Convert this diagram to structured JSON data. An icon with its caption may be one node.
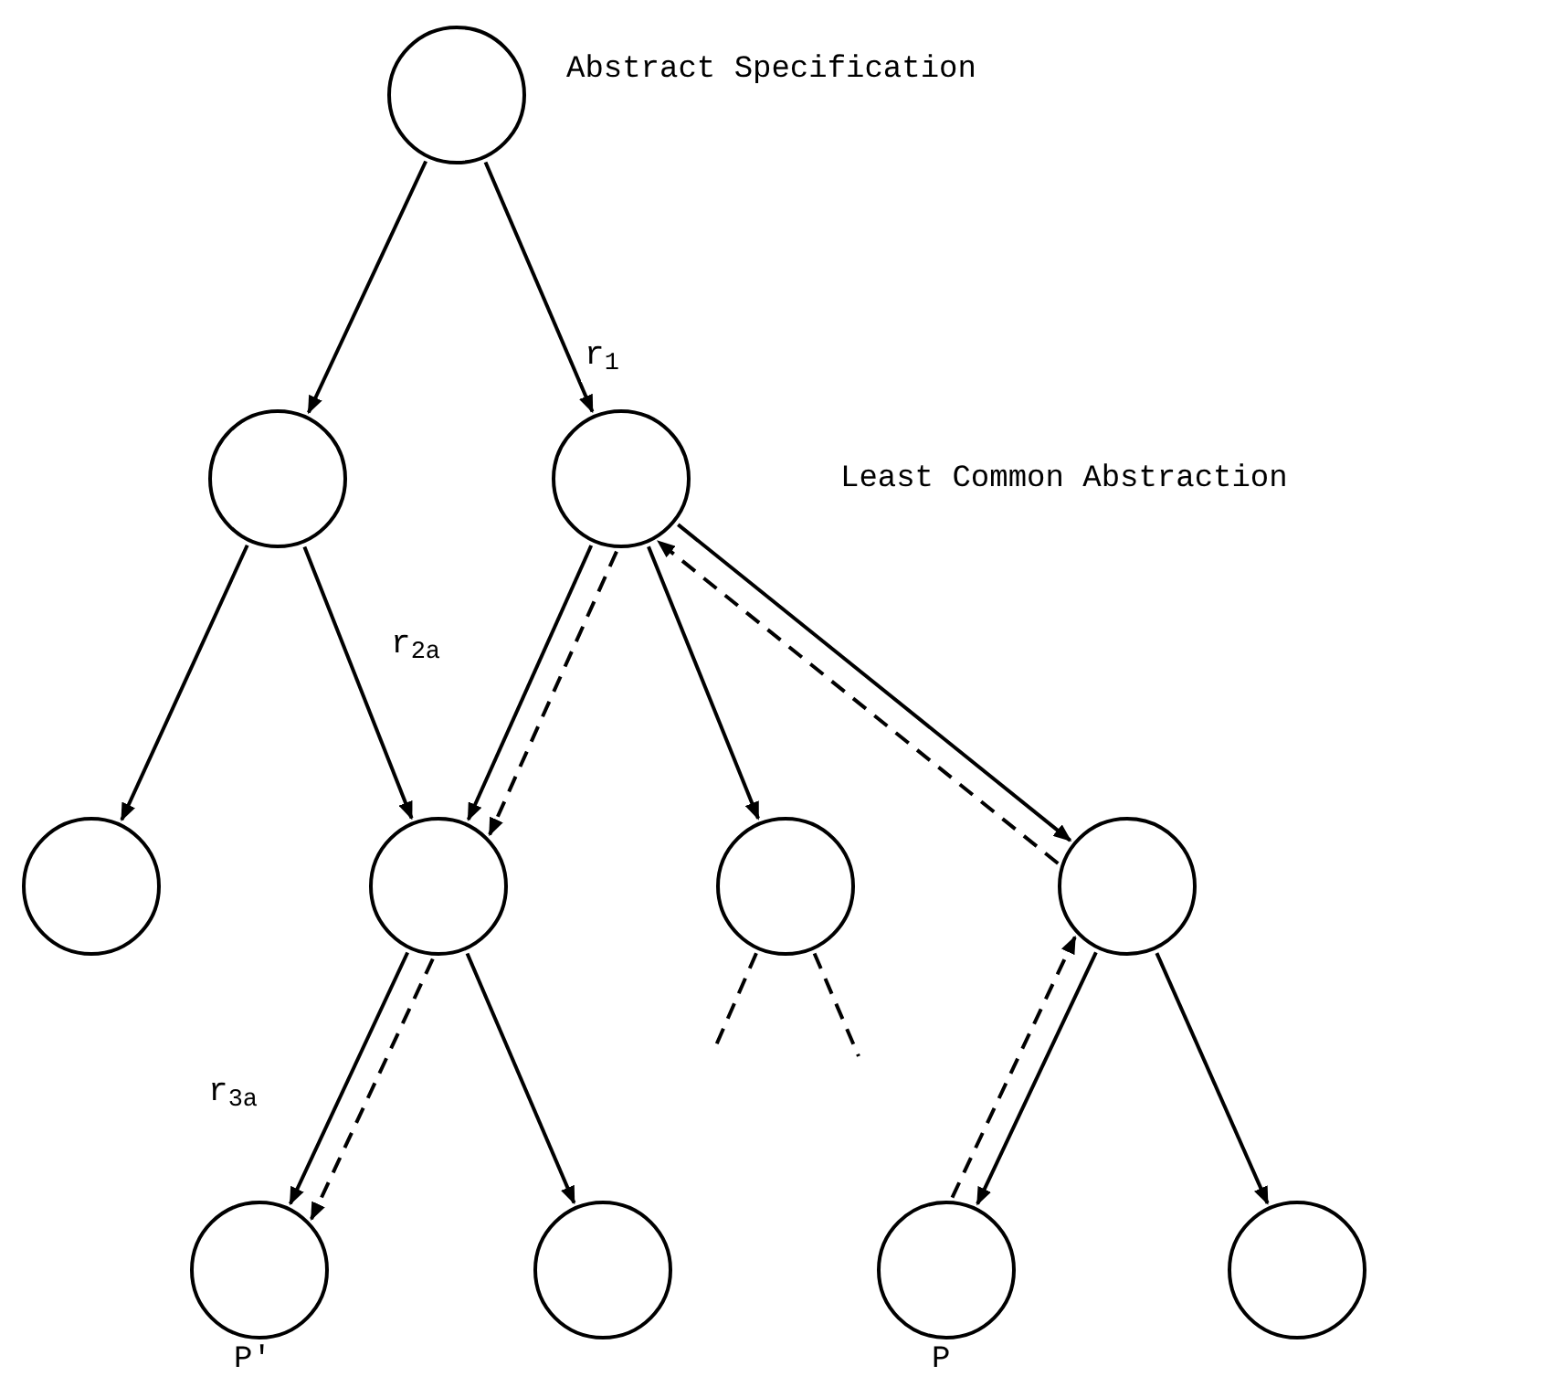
{
  "diagram": {
    "nodes": [
      {
        "text": [],
        "shape": "circle",
        "beside": [
          "Abstract Specification"
        ]
      },
      {
        "text": [],
        "shape": "circle"
      },
      {
        "text": [],
        "shape": "circle"
      },
      {
        "text": [],
        "shape": "circle"
      },
      {
        "text": [],
        "shape": "circle"
      },
      {
        "text": [],
        "shape": "circle"
      },
      {
        "text": [],
        "shape": "circle"
      },
      {
        "text": [],
        "shape": "circle",
        "beside": [
          "P'"
        ]
      },
      {
        "text": [],
        "shape": "circle"
      },
      {
        "text": [],
        "shape": "circle",
        "beside": [
          "P"
        ]
      },
      {
        "text": [],
        "shape": "circle"
      }
    ],
    "edges": [
      {
        "from": 0,
        "to": 1,
        "arrow": "to"
      },
      {
        "from": 0,
        "to": 2,
        "arrow": "to",
        "label": "r$_{1}$"
      },
      {
        "from": 1,
        "to": 3,
        "arrow": "to"
      },
      {
        "from": 1,
        "to": 4,
        "arrow": "to"
      },
      {
        "from": 2,
        "to": 4,
        "arrow": "to",
        "label": "r$_{2a}$"
      },
      {
        "from": 2,
        "to": 5,
        "arrow": "to"
      },
      {
        "from": 2,
        "to": 6,
        "arrow": "to"
      },
      {
        "from": 4,
        "to": 7,
        "arrow": "to",
        "label": "r$_{3a}$"
      },
      {
        "from": 4,
        "to": 8,
        "arrow": "to"
      },
      {
        "from": 6,
        "to": 9,
        "arrow": "to"
      },
      {
        "from": 6,
        "to": 10,
        "arrow": "to"
      },
      {
        "from": 5,
        "to": null,
        "arrow": "none",
        "style": "dashed"
      },
      {
        "from": 5,
        "to": null,
        "arrow": "none",
        "style": "dashed"
      },
      {
        "from": 9,
        "to": 6,
        "arrow": "to",
        "style": "dashed"
      },
      {
        "from": 6,
        "to": 2,
        "arrow": "to",
        "style": "dashed"
      },
      {
        "from": 2,
        "to": 4,
        "arrow": "to",
        "style": "dashed"
      },
      {
        "from": 4,
        "to": 7,
        "arrow": "to",
        "style": "dashed"
      }
    ],
    "labels": [
      "Least Common Abstraction"
    ]
  }
}
